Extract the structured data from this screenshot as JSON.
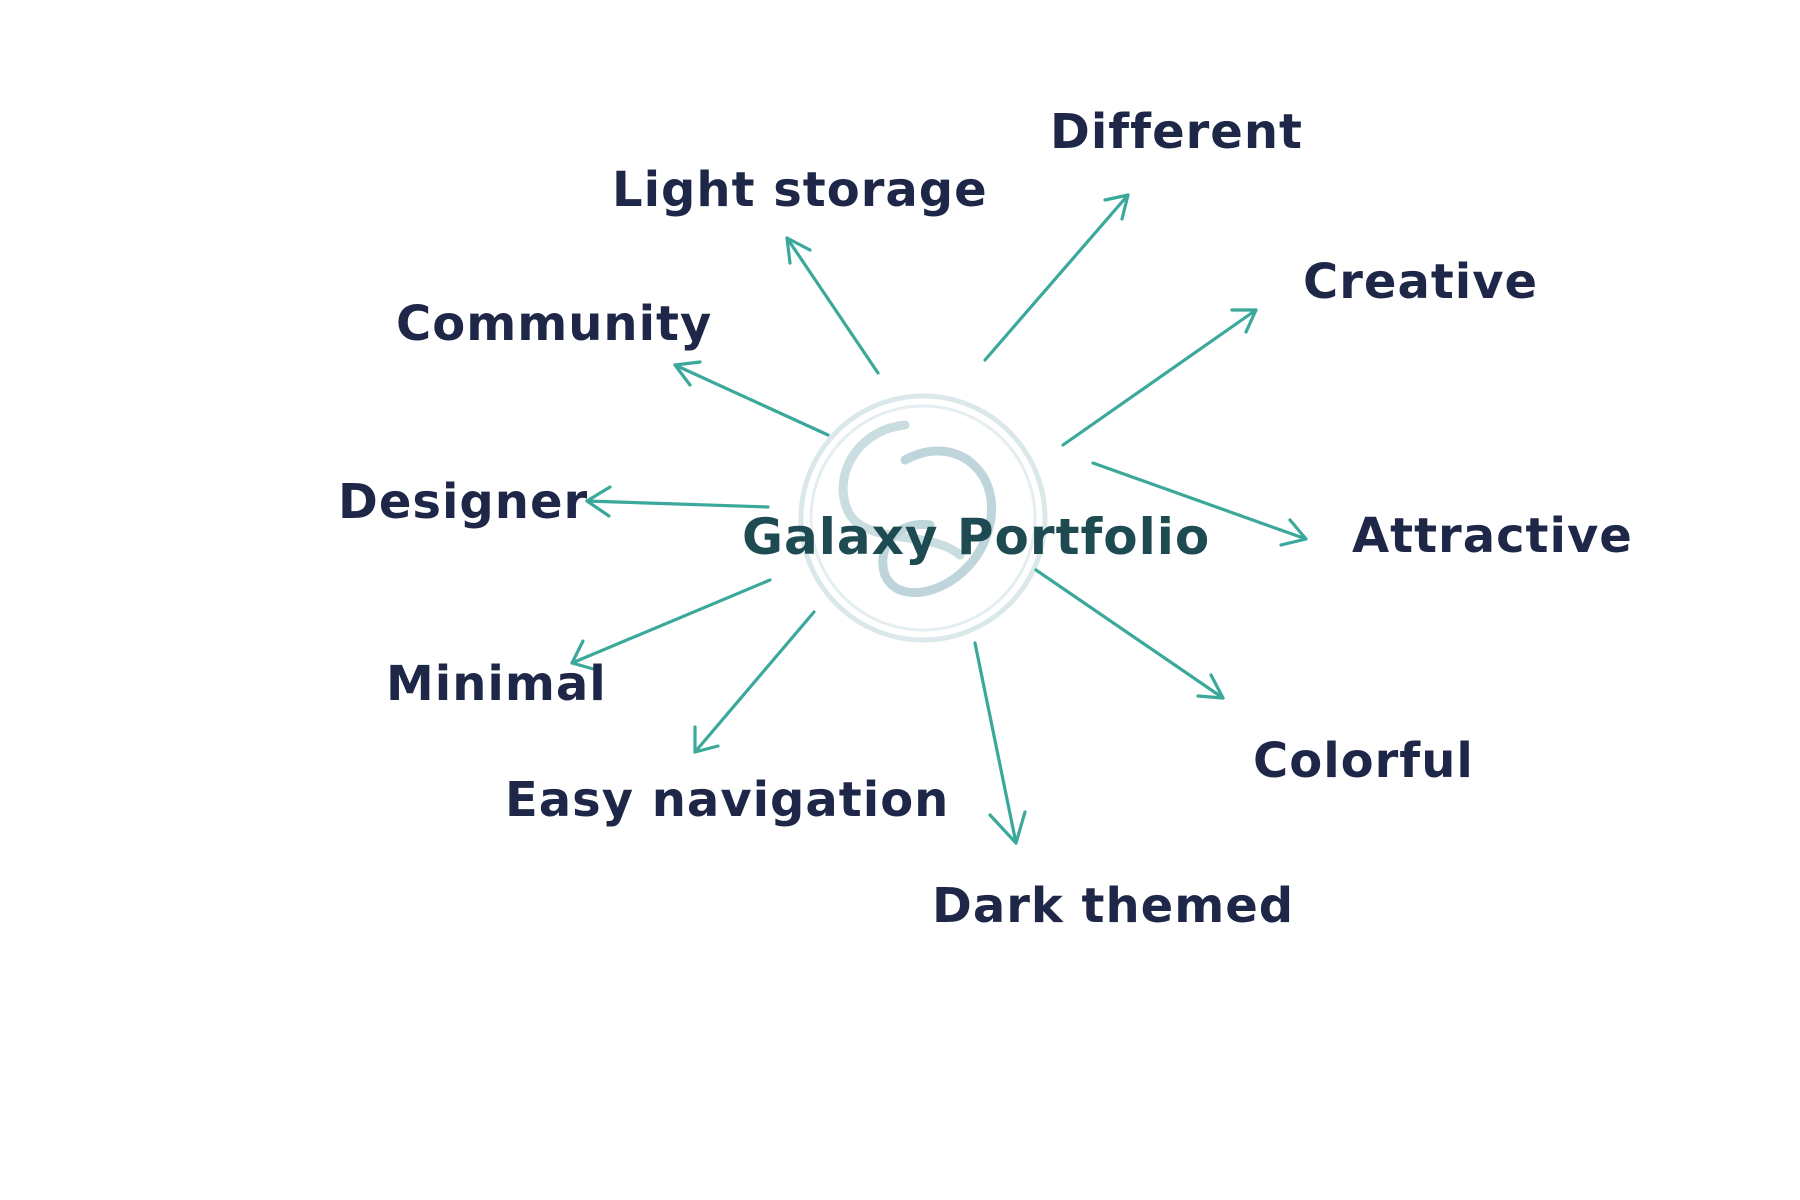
{
  "diagram": {
    "center": {
      "label": "Galaxy Portfolio",
      "logo_icon": "galaxy-logo-icon"
    },
    "nodes": [
      {
        "id": "light-storage",
        "label": "Light storage"
      },
      {
        "id": "different",
        "label": "Different"
      },
      {
        "id": "community",
        "label": "Community"
      },
      {
        "id": "creative",
        "label": "Creative"
      },
      {
        "id": "designer",
        "label": "Designer"
      },
      {
        "id": "attractive",
        "label": "Attractive"
      },
      {
        "id": "minimal",
        "label": "Minimal"
      },
      {
        "id": "colorful",
        "label": "Colorful"
      },
      {
        "id": "easy-navigation",
        "label": "Easy navigation"
      },
      {
        "id": "dark-themed",
        "label": "Dark themed"
      }
    ]
  },
  "colors": {
    "arrow": "#3aa89a",
    "label_text": "#1f2748",
    "center_text": "#1e4a52",
    "logo": "#b9d3d8"
  }
}
